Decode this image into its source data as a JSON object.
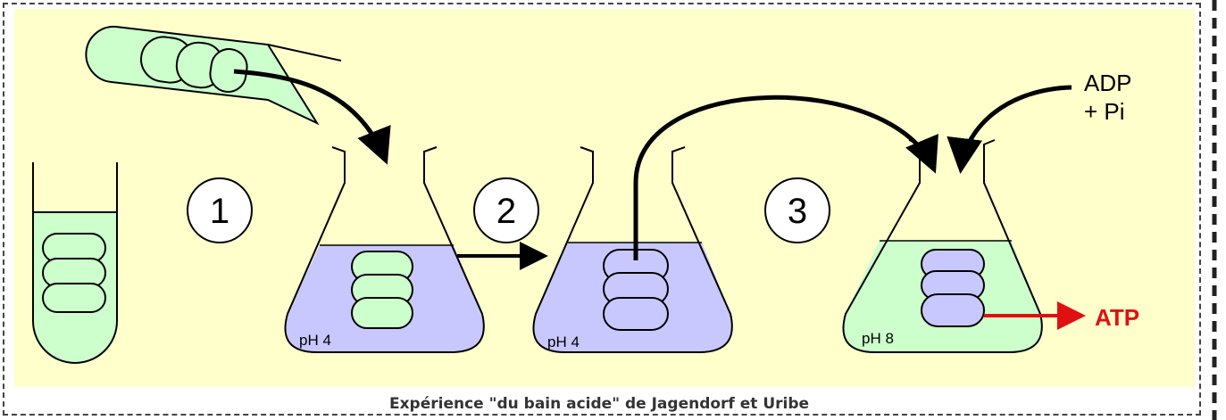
{
  "steps": [
    {
      "number": "1"
    },
    {
      "number": "2"
    },
    {
      "number": "3"
    }
  ],
  "flasks": [
    {
      "ph_label": "pH 4",
      "medium": "acid",
      "medium_color": "#c8c8ff"
    },
    {
      "ph_label": "pH 4",
      "medium": "acid",
      "medium_color": "#c8c8ff"
    },
    {
      "ph_label": "pH 8",
      "medium": "base",
      "medium_color": "#ccffcc"
    }
  ],
  "reagents": {
    "line1": "ADP",
    "line2": "+ Pi"
  },
  "product": {
    "label": "ATP",
    "color": "#e01010"
  },
  "colors": {
    "background": "#ffffcc",
    "green": "#ccffcc",
    "blue": "#c8c8ff",
    "ink": "#000000"
  },
  "caption": "Expérience \"du bain acide\" de Jagendorf et Uribe"
}
